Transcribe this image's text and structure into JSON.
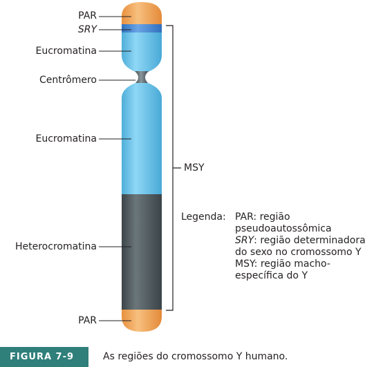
{
  "labels": {
    "par_top": "PAR",
    "sry": "SRY",
    "eucromatina_1": "Eucromatina",
    "centromero": "Centrômero",
    "eucromatina_2": "Eucromatina",
    "heterocromatina": "Heterocromatina",
    "par_bottom": "PAR",
    "msy": "MSY"
  },
  "legend": {
    "title": "Legenda:",
    "lines": [
      {
        "term": "PAR",
        "italic": false,
        "text": ": região"
      },
      {
        "term": "",
        "italic": false,
        "text": "pseudoautossômica"
      },
      {
        "term": "SRY",
        "italic": true,
        "text": ": região determinadora"
      },
      {
        "term": "",
        "italic": false,
        "text": "do sexo no cromossomo Y"
      },
      {
        "term": "MSY",
        "italic": false,
        "text": ": região macho-"
      },
      {
        "term": "",
        "italic": false,
        "text": "específica do Y"
      }
    ]
  },
  "caption": {
    "figure_label": "FIGURA 7-9",
    "text": "As regiões do cromossomo Y humano."
  },
  "colors": {
    "par": "#f2a55a",
    "sry": "#4d8fd6",
    "euchromatin": "#6fc6ee",
    "heterochromatin": "#505a5f",
    "figure_label_bg": "#2f7f7b"
  }
}
